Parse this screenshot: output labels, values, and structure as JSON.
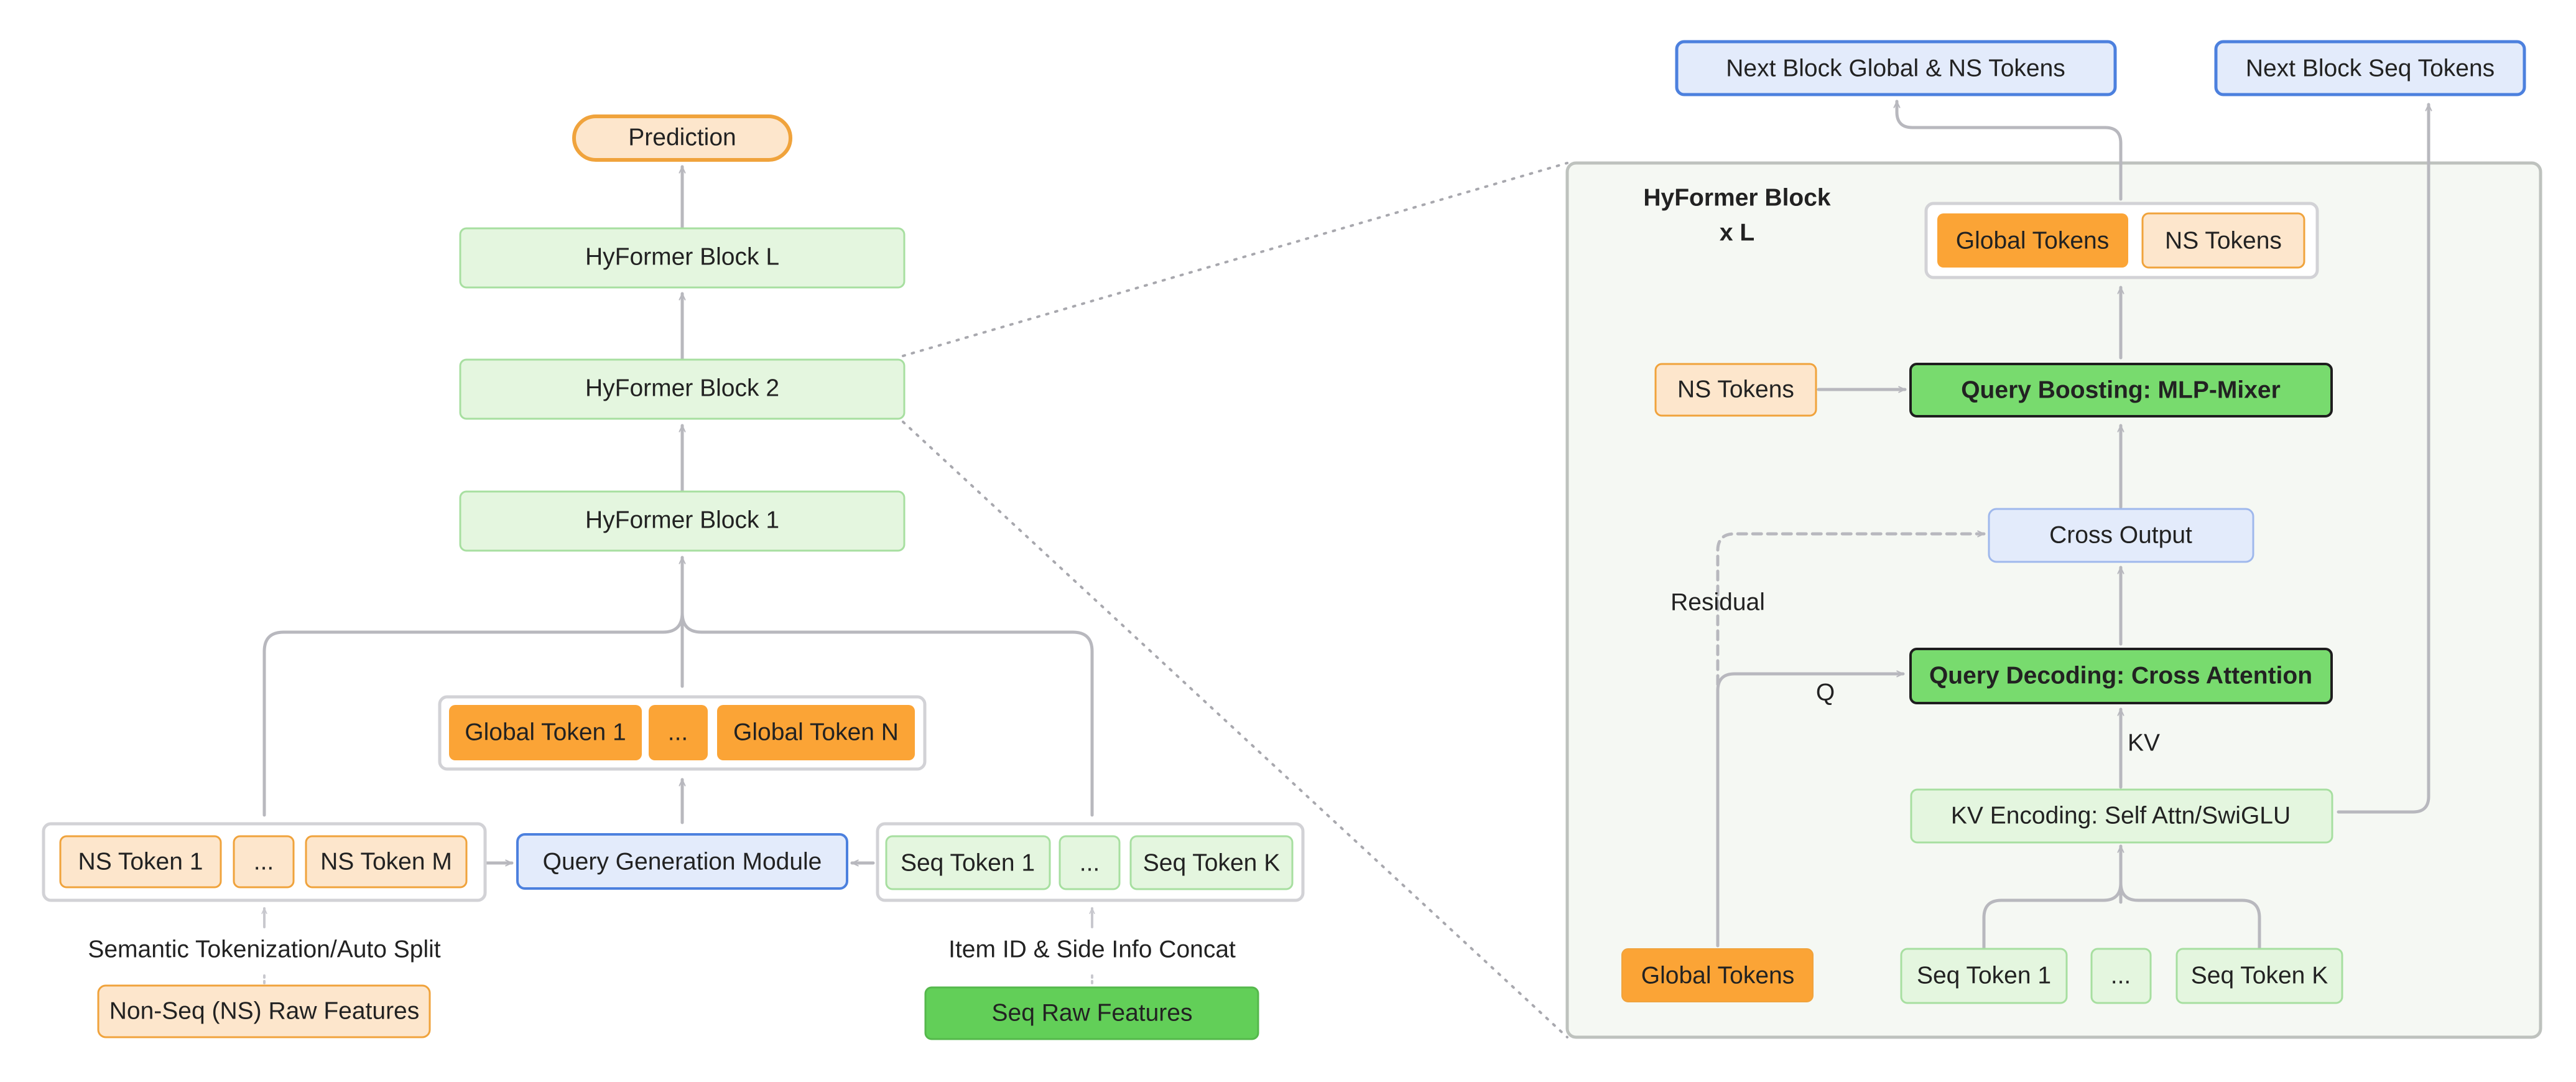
{
  "left": {
    "prediction": "Prediction",
    "block_l": "HyFormer Block L",
    "block_2": "HyFormer Block 2",
    "block_1": "HyFormer Block 1",
    "global_token_1": "Global Token 1",
    "global_ellipsis": "...",
    "global_token_n": "Global Token N",
    "ns_token_1": "NS Token 1",
    "ns_ellipsis": "...",
    "ns_token_m": "NS Token M",
    "query_generation": "Query Generation Module",
    "seq_token_1": "Seq Token 1",
    "seq_ellipsis": "...",
    "seq_token_k": "Seq Token K",
    "semantic_tokenization": "Semantic Tokenization/Auto Split",
    "item_id_concat": "Item ID & Side Info Concat",
    "nonseq_raw": "Non-Seq (NS) Raw Features",
    "seq_raw": "Seq Raw Features"
  },
  "right": {
    "next_global_ns": "Next Block Global & NS Tokens",
    "next_seq": "Next Block Seq Tokens",
    "block_title_line1": "HyFormer Block",
    "block_title_line2": "x L",
    "out_global": "Global Tokens",
    "out_ns": "NS Tokens",
    "ns_tokens_in": "NS Tokens",
    "query_boosting": "Query Boosting:  MLP-Mixer",
    "cross_output": "Cross Output",
    "residual": "Residual",
    "q_label": "Q",
    "query_decoding": "Query Decoding: Cross Attention",
    "kv_label": "KV",
    "kv_encoding": "KV Encoding: Self Attn/SwiGLU",
    "global_tokens_in": "Global Tokens",
    "seq_token_1": "Seq Token 1",
    "seq_ellipsis": "...",
    "seq_token_k": "Seq Token K"
  },
  "colors": {
    "orange_fill": "#FBA436",
    "orange_light_fill": "#FDE6CC",
    "orange_stroke": "#F0A33C",
    "green_light_fill": "#E4F6DF",
    "green_light_stroke": "#A7DFA0",
    "green_fill": "#78DB6E",
    "green_solid": "#62CF58",
    "blue_light_fill": "#E3EBFB",
    "blue_stroke": "#4C80DE",
    "gray_line": "#B8B8BE",
    "panel_fill": "#F5F8F3",
    "panel_stroke": "#BEC2BE"
  }
}
